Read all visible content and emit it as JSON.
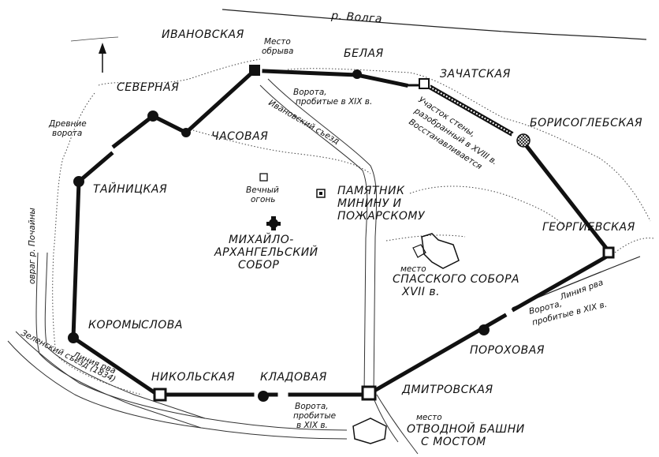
{
  "labels": {
    "river_volga": "р. Волга",
    "ravine": "овраг р. Почайны",
    "ivanovskaya": "ИВАНОВСКАЯ",
    "mesto_obryva_1": "Место",
    "mesto_obryva_2": "обрыва",
    "belaya": "БЕЛАЯ",
    "zachatskaya": "ЗАЧАТСКАЯ",
    "vorota_xix_top_1": "Ворота,",
    "vorota_xix_top_2": "пробитые в XIX в.",
    "severnaya": "СЕВЕРНАЯ",
    "drevnie_1": "Древние",
    "drevnie_2": "ворота",
    "chasovaya": "ЧАСОВАЯ",
    "ivanovsky_sezd": "Ивановский съезд",
    "uchastok_1": "Участок стены,",
    "uchastok_2": "разобранный в XVIII в.",
    "uchastok_3": "Восстанавливается",
    "borisoglebskaya": "БОРИСОГЛЕБСКАЯ",
    "tainitskaya": "ТАЙНИЦКАЯ",
    "vechny_1": "Вечный",
    "vechny_2": "огонь",
    "pamyatnik_1": "ПАМЯТНИК",
    "pamyatnik_2": "МИНИНУ И",
    "pamyatnik_3": "ПОЖАРСКОМУ",
    "georgievskaya": "ГЕОРГИЕВСКАЯ",
    "sobor_1": "МИХАЙЛО-",
    "sobor_2": "АРХАНГЕЛЬСКИЙ",
    "sobor_3": "СОБОР",
    "spassky_1": "место",
    "spassky_2": "СПАССКОГО СОБОРА",
    "spassky_3": "XVII в.",
    "liniya_rva_right": "Линия рва",
    "vorota_xix_right_1": "Ворота,",
    "vorota_xix_right_2": "пробитые в XIX в.",
    "koromyslova": "КОРОМЫСЛОВА",
    "porokhovaya": "ПОРОХОВАЯ",
    "liniya_rva_left": "Линия рва",
    "zelensky": "Зеленский съезд (1834)",
    "nikolskaya": "НИКОЛЬСКАЯ",
    "kladovaya": "КЛАДОВАЯ",
    "dmitrovskaya": "ДМИТРОВСКАЯ",
    "vorota_xix_bottom_1": "Ворота,",
    "vorota_xix_bottom_2": "пробитые",
    "vorota_xix_bottom_3": "в XIX в.",
    "otvodnaya_1": "место",
    "otvodnaya_2": "ОТВОДНОЙ БАШНИ",
    "otvodnaya_3": "С МОСТОМ"
  },
  "colors": {
    "wall": "#111111",
    "background": "#ffffff"
  },
  "icons": [
    "north-arrow-icon",
    "eternal-flame-icon",
    "monument-icon",
    "cathedral-icon"
  ]
}
